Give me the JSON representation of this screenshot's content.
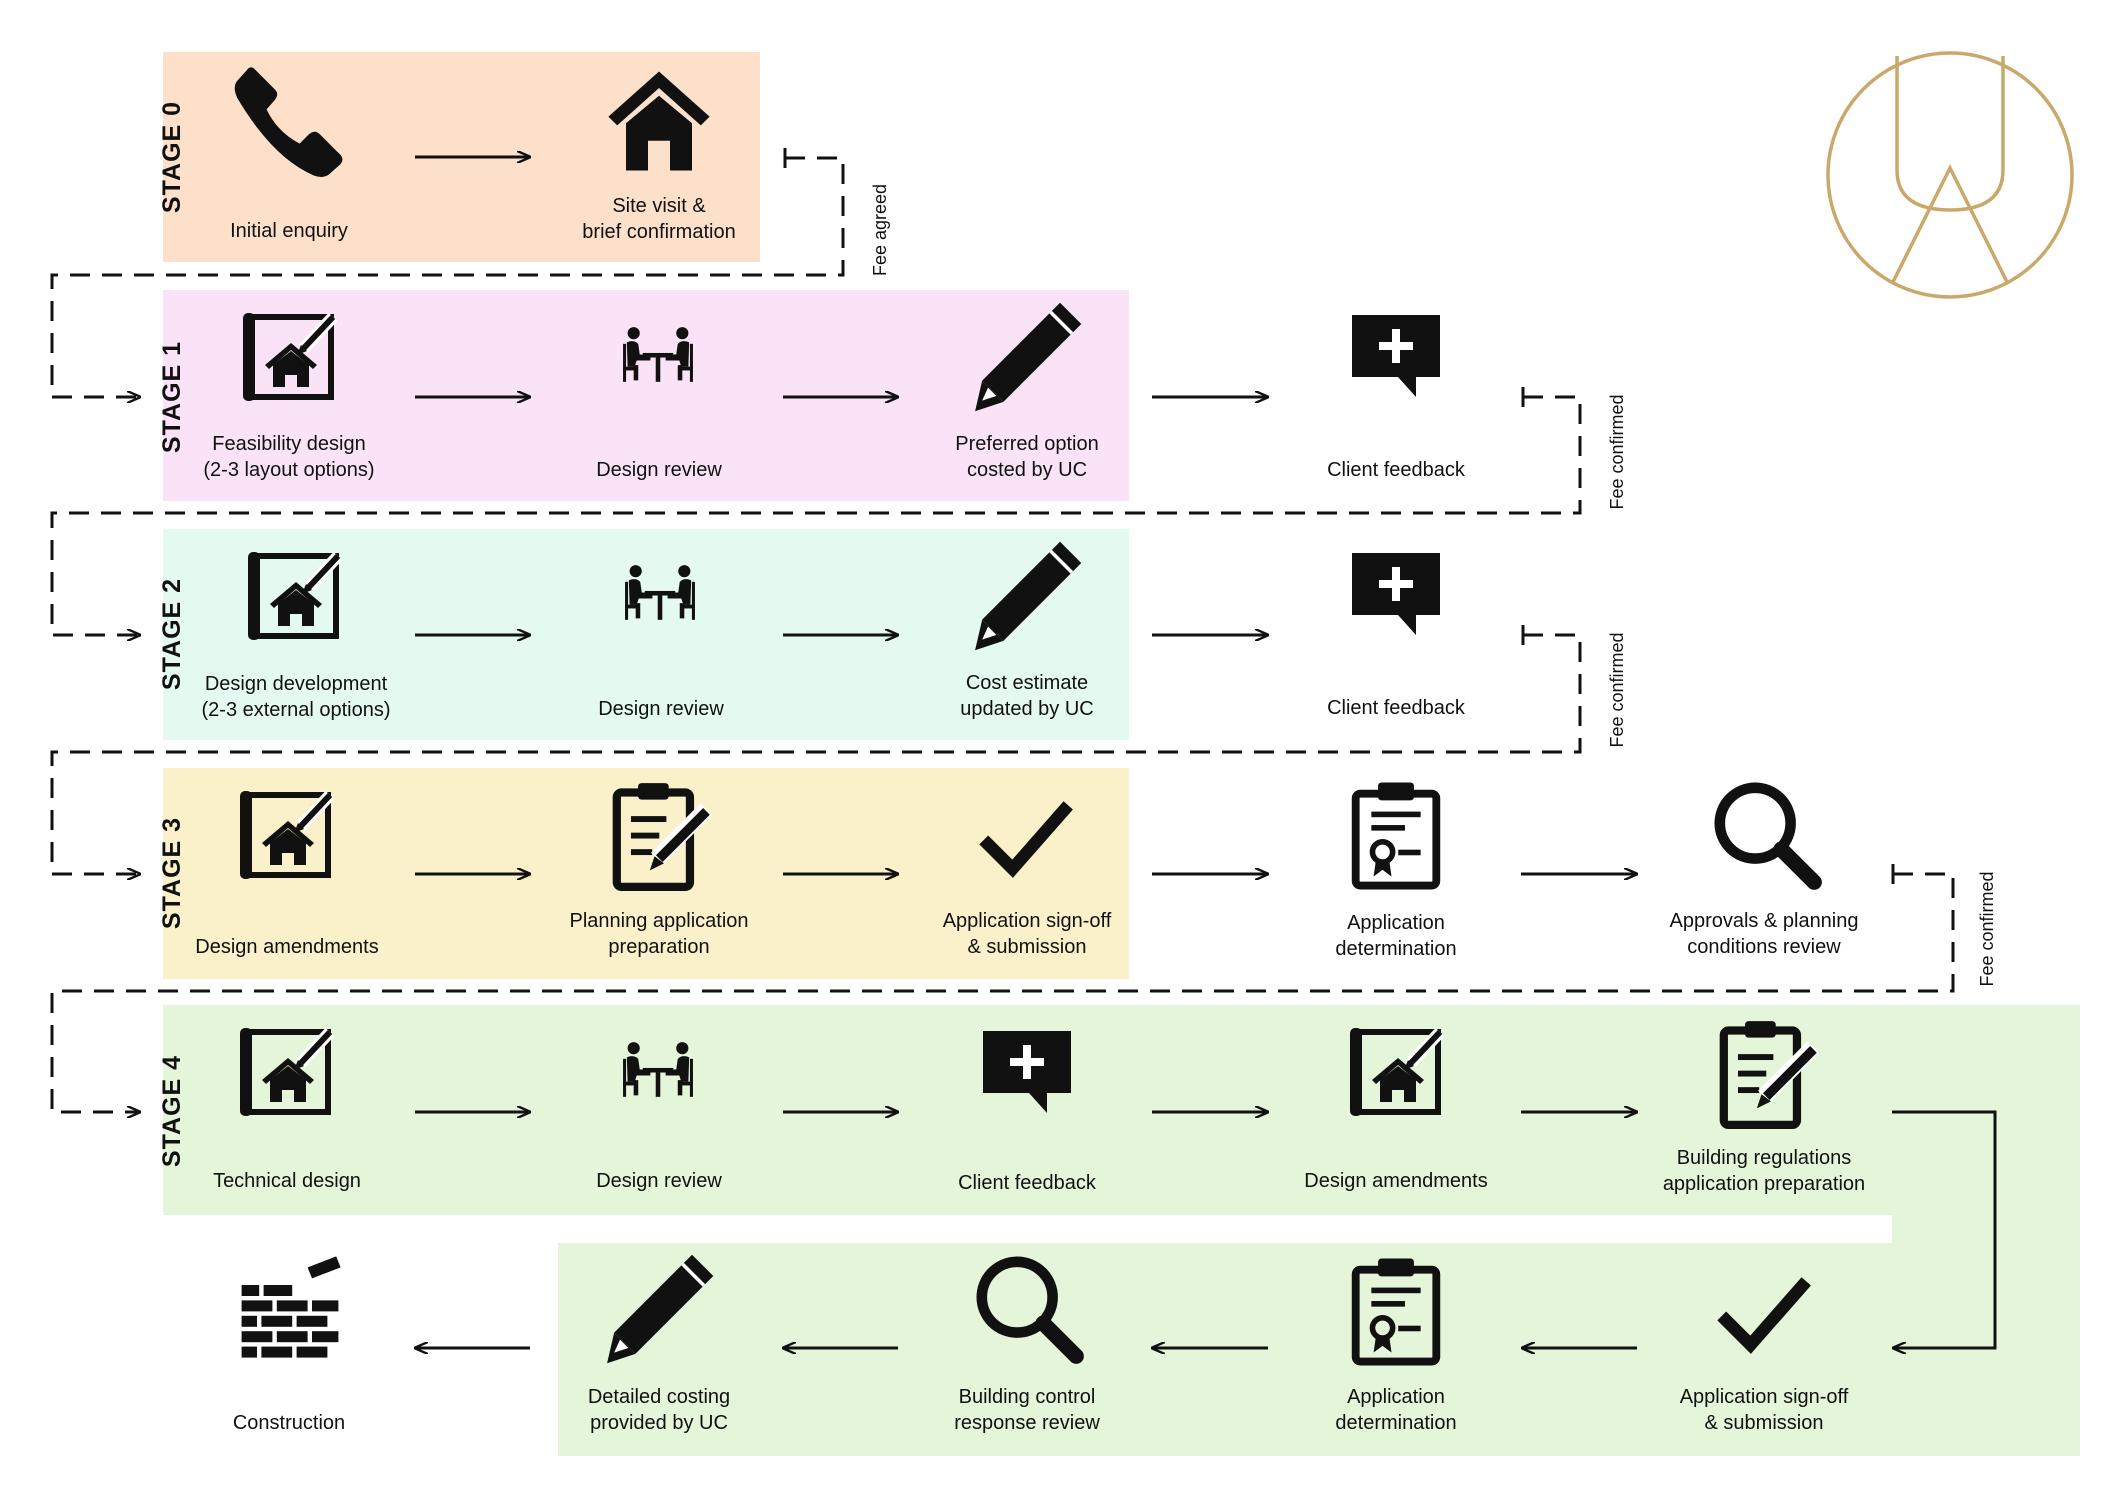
{
  "colors": {
    "stage0": "#fde0ca",
    "stage1": "#fbe3f7",
    "stage2": "#e4faf0",
    "stage3": "#faf0c9",
    "stage4": "#e5f5da",
    "logo": "#c9a86a",
    "ink": "#111111"
  },
  "stages": {
    "s0": "STAGE 0",
    "s1": "STAGE 1",
    "s2": "STAGE 2",
    "s3": "STAGE 3",
    "s4": "STAGE 4"
  },
  "fee": {
    "agreed": "Fee agreed",
    "confirmed1": "Fee confirmed",
    "confirmed2": "Fee confirmed",
    "confirmed3": "Fee confirmed"
  },
  "steps": {
    "initial_enquiry": "Initial enquiry",
    "site_visit": "Site visit &\nbrief confirmation",
    "s1_feasibility": "Feasibility design\n(2-3 layout options)",
    "s1_review": "Design review",
    "s1_preferred": "Preferred option\ncosted by UC",
    "s1_feedback": "Client feedback",
    "s2_development": "Design development\n(2-3 external options)",
    "s2_review": "Design review",
    "s2_cost": "Cost estimate\nupdated by UC",
    "s2_feedback": "Client feedback",
    "s3_amendments": "Design amendments",
    "s3_planning": "Planning application\npreparation",
    "s3_signoff": "Application sign-off\n& submission",
    "s3_determination": "Application\ndetermination",
    "s3_approvals": "Approvals & planning\nconditions review",
    "s4_technical": "Technical design",
    "s4_review": "Design review",
    "s4_feedback": "Client feedback",
    "s4_amendments": "Design amendments",
    "s4_building_regs": "Building regulations\napplication preparation",
    "s4_signoff": "Application sign-off\n& submission",
    "s4_determination": "Application\ndetermination",
    "s4_building_control": "Building control\nresponse review",
    "s4_costing": "Detailed costing\nprovided by UC",
    "construction": "Construction"
  },
  "icons": {
    "phone": "phone-icon",
    "house": "house-icon",
    "drawing": "design-drawing-icon",
    "meeting": "meeting-icon",
    "pencil": "pencil-icon",
    "comment": "comment-plus-icon",
    "clipboard": "clipboard-edit-icon",
    "check": "checkmark-icon",
    "certificate": "certificate-clipboard-icon",
    "magnifier": "magnifier-icon",
    "bricks": "brick-wall-icon",
    "logo": "ua-logo-icon"
  }
}
